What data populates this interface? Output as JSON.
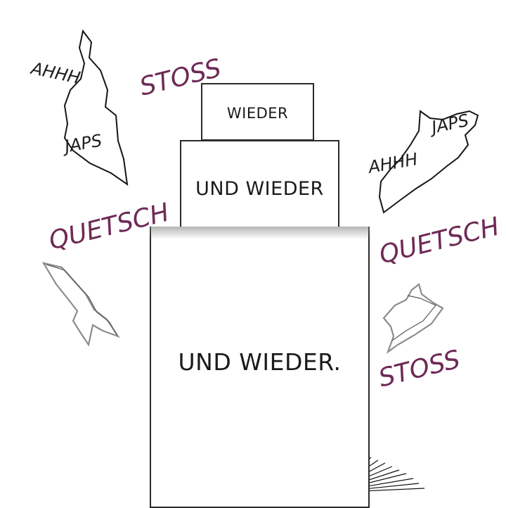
{
  "panels": {
    "small": "WIEDER",
    "medium": "UND WIEDER",
    "large": "UND WIEDER."
  },
  "sound_effects": {
    "ahhh_left": "AHHH",
    "japs_left": "JAPS",
    "stoss_top": "STOSS",
    "quetsch_left": "QUETSCH",
    "japs_right": "JAPS",
    "ahhh_right": "AHHH",
    "quetsch_right": "QUETSCH",
    "stoss_bottom": "STOSS"
  },
  "colors": {
    "sfx_purple": "#6e2a55",
    "ink": "#1e1e1e"
  }
}
